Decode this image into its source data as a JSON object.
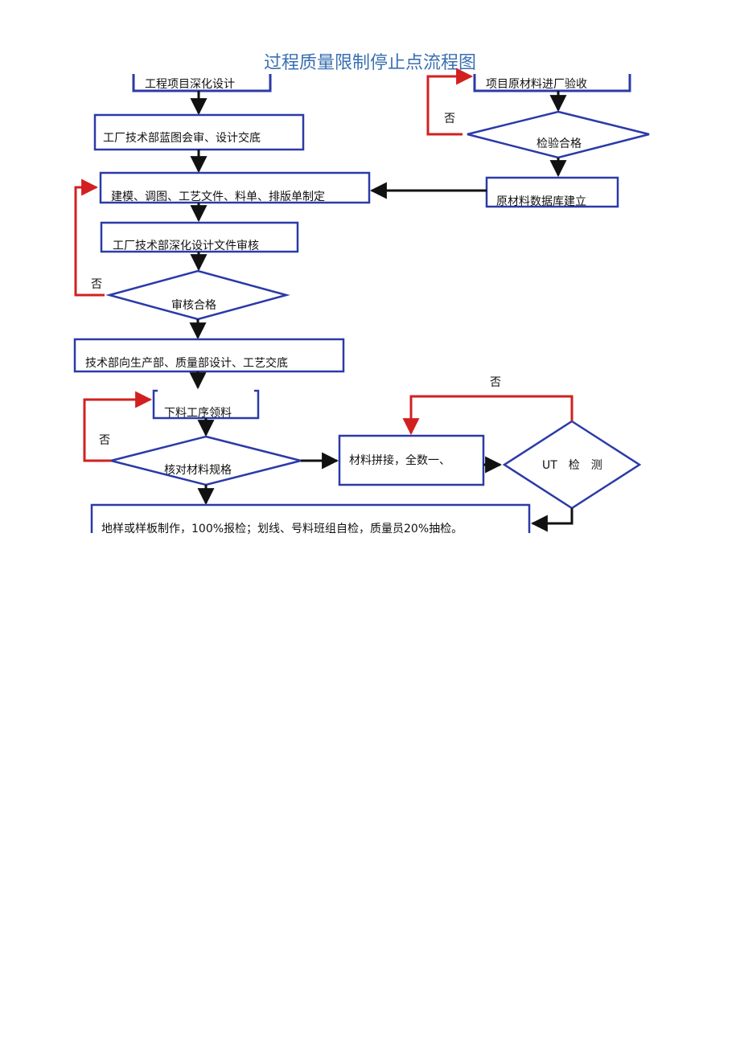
{
  "title": "过程质量限制停止点流程图",
  "colors": {
    "box_border": "#2b3aa8",
    "arrow": "#111111",
    "reject_arrow": "#d22020",
    "title": "#3a6fb0"
  },
  "nodes": {
    "n1": "工程项目深化设计",
    "n2": "工厂技术部蓝图会审、设计交底",
    "n3": "建模、调图、工艺文件、料单、排版单制定",
    "n4": "工厂技术部深化设计文件审核",
    "n5": "审核合格",
    "n6": "技术部向生产部、质量部设计、工艺交底",
    "n7": "下料工序领料",
    "n8": "核对材料规格",
    "n9": "材料拼接，全数一、",
    "n10": "UT　检　测",
    "n11": "地样或样板制作，100%报检；划线、号料班组自检，质量员20%抽检。",
    "n12": "项目原材料进厂验收",
    "n13": "检验合格",
    "n14": "原材料数据库建立"
  },
  "labels": {
    "no": "否"
  }
}
